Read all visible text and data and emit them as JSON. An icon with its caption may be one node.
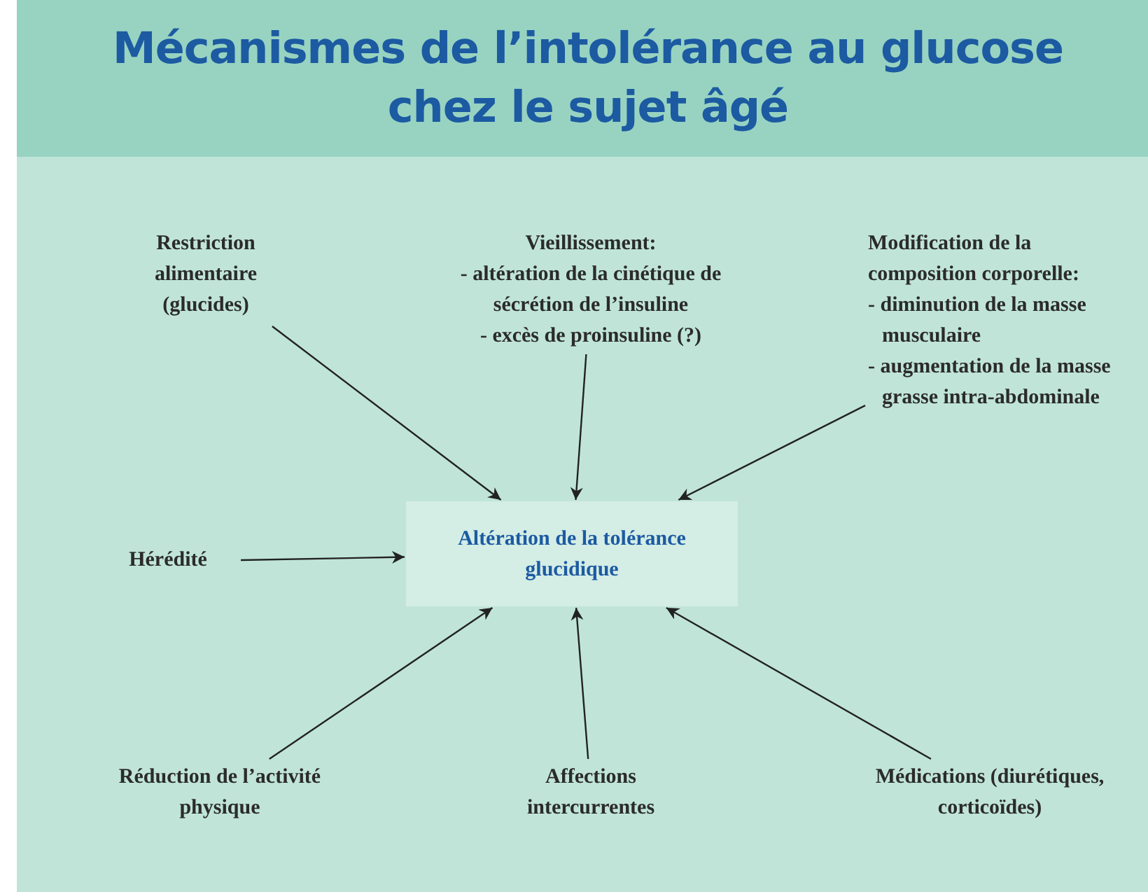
{
  "diagram": {
    "title": "Mécanismes de l’intolérance au glucose chez le sujet âgé",
    "nodes": [
      {
        "text": [
          "Restriction alimentaire (glucides)"
        ]
      },
      {
        "text": [
          "Vieillissement:",
          "- altération de la cinétique de sécrétion de l’insuline",
          "- excès de proinsuline (?)"
        ]
      },
      {
        "text": [
          "Modification de la composition corporelle:",
          "- diminution de la masse musculaire",
          "- augmentation de la masse grasse intra-abdominale"
        ]
      },
      {
        "text": [
          "Hérédité"
        ]
      },
      {
        "text": [
          "Altération de la tolérance glucidique"
        ]
      },
      {
        "text": [
          "Réduction de l’activité physique"
        ]
      },
      {
        "text": [
          "Affections intercurrentes"
        ]
      },
      {
        "text": [
          "Médications (diurétiques, corticoïdes)"
        ]
      }
    ],
    "edges": [
      {
        "from": 0,
        "to": 4,
        "arrow": "to"
      },
      {
        "from": 1,
        "to": 4,
        "arrow": "to"
      },
      {
        "from": 2,
        "to": 4,
        "arrow": "to"
      },
      {
        "from": 3,
        "to": 4,
        "arrow": "to"
      },
      {
        "from": 5,
        "to": 4,
        "arrow": "to"
      },
      {
        "from": 6,
        "to": 4,
        "arrow": "to"
      },
      {
        "from": 7,
        "to": 4,
        "arrow": "to"
      }
    ]
  }
}
